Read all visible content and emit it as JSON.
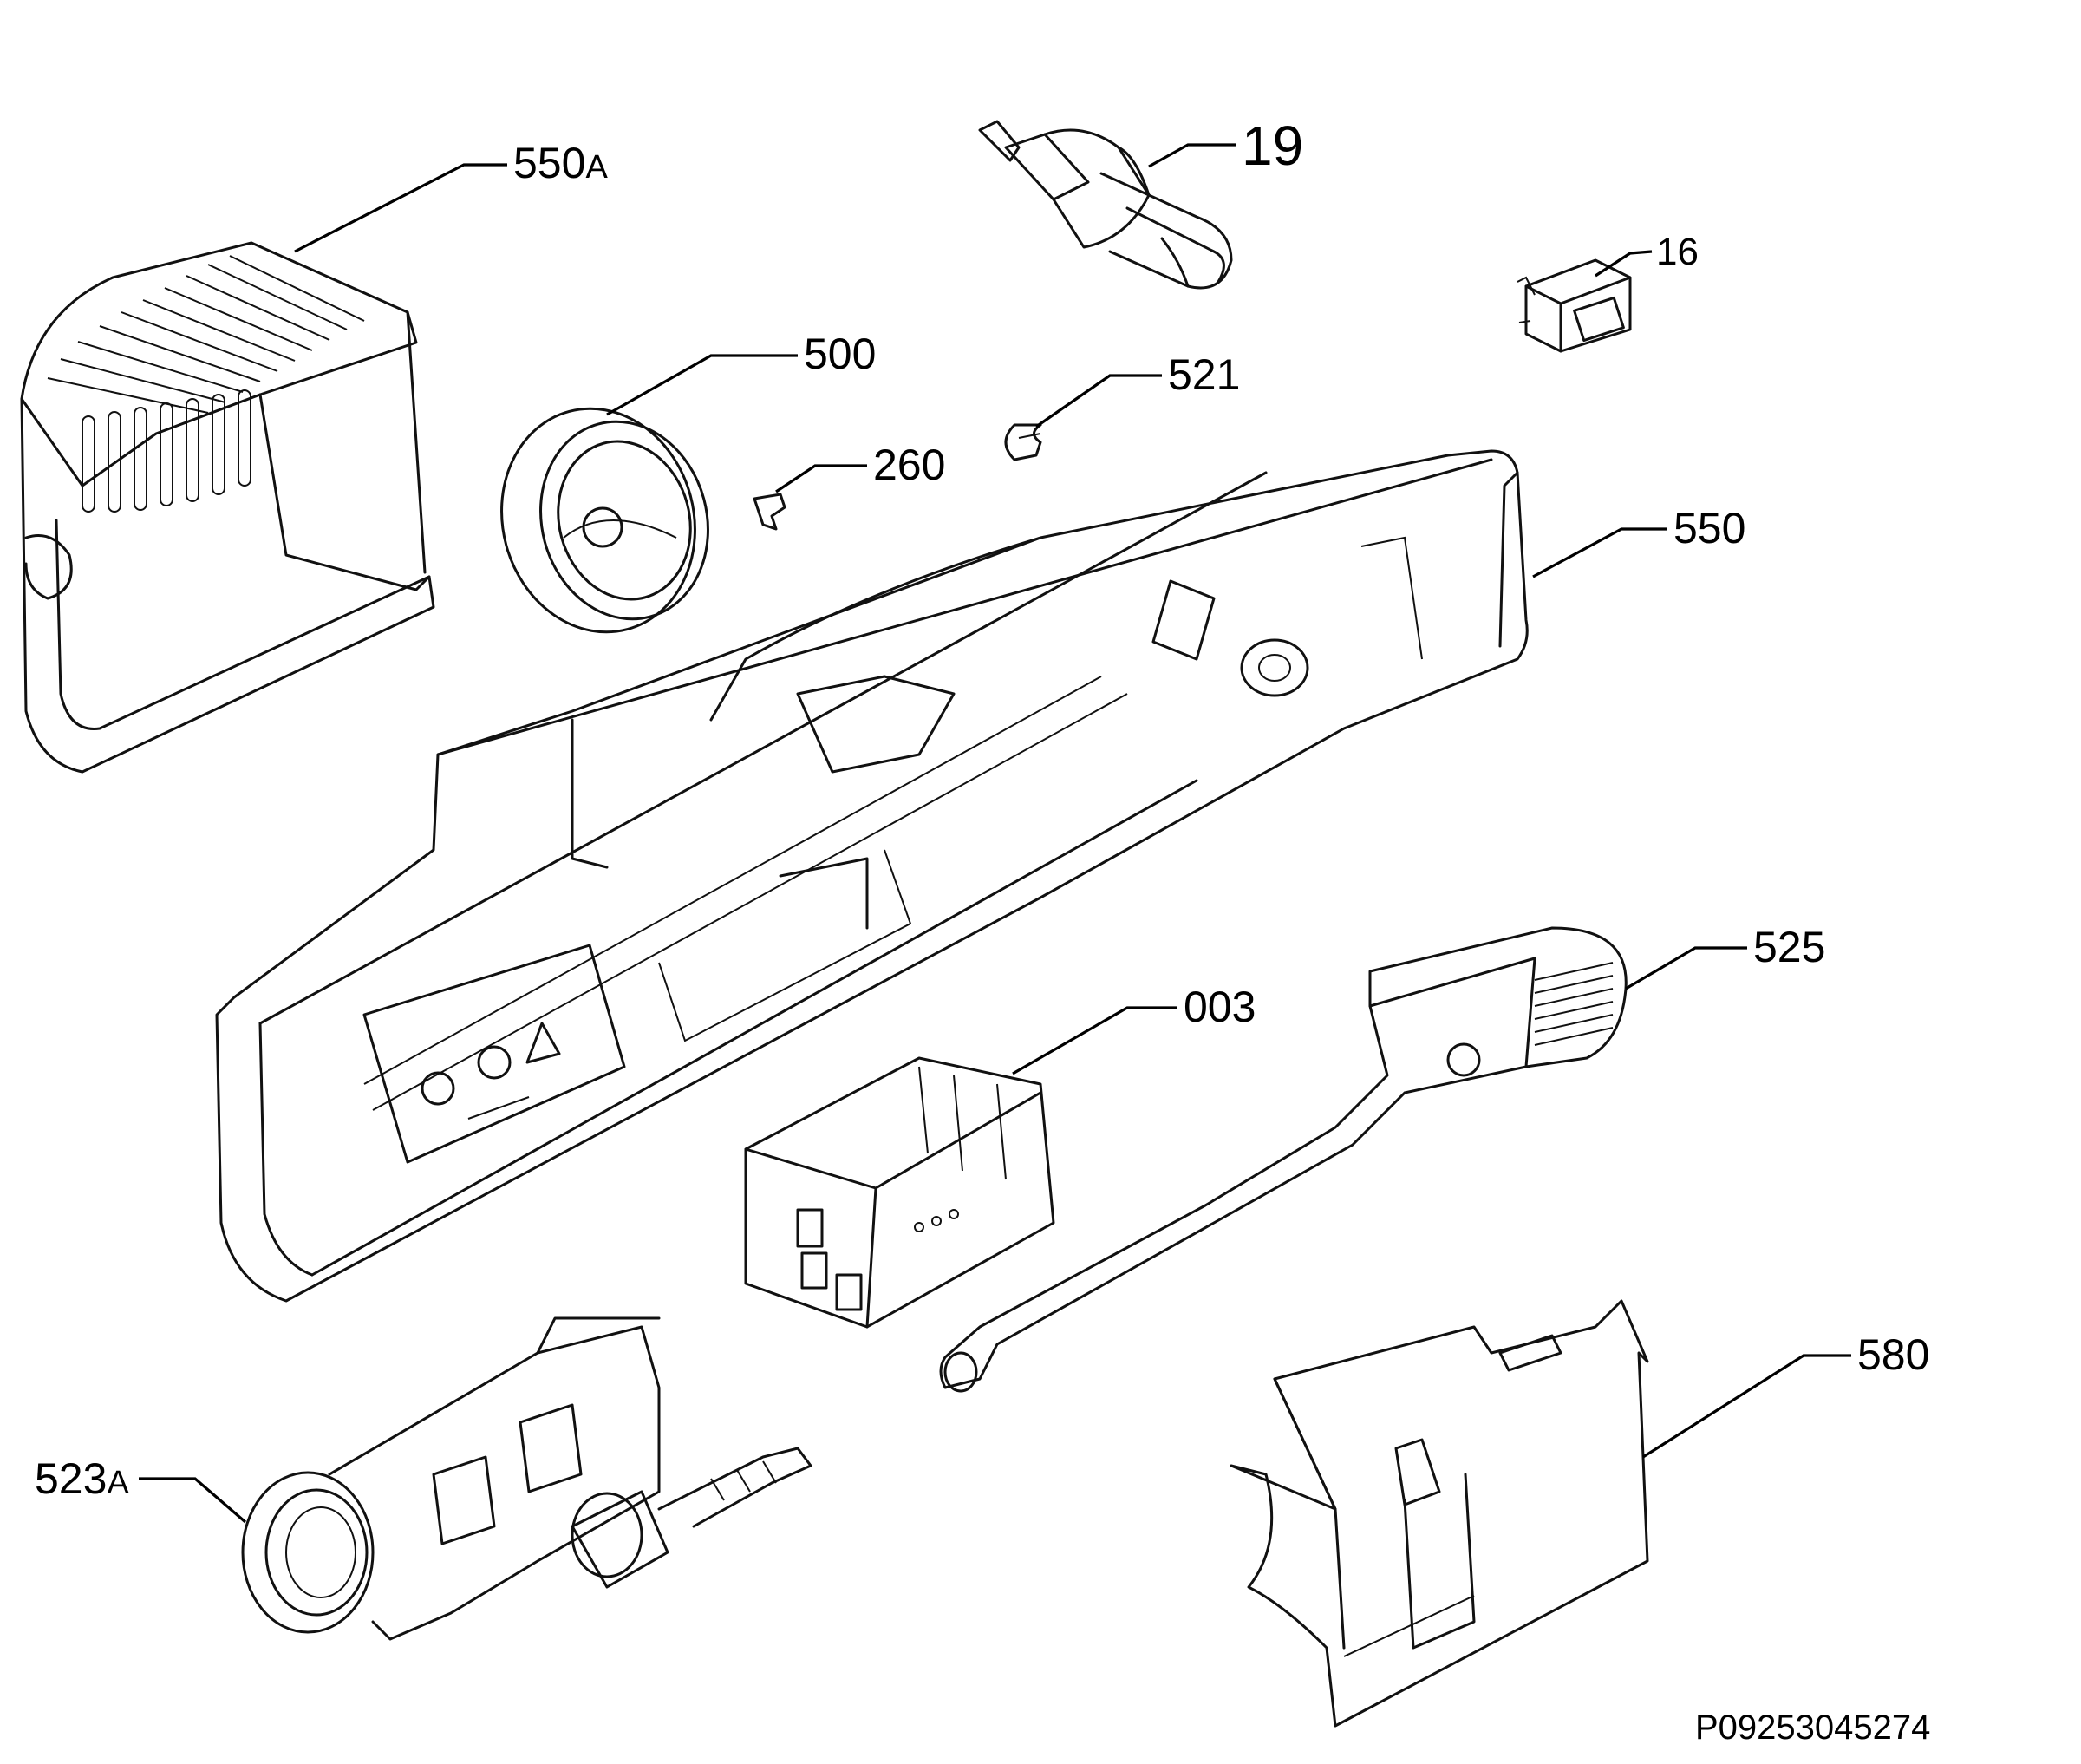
{
  "diagram": {
    "callouts": [
      {
        "id": "c550a",
        "number": "550",
        "suffix": "A"
      },
      {
        "id": "c19",
        "number": "19",
        "suffix": ""
      },
      {
        "id": "c16",
        "number": "16",
        "suffix": ""
      },
      {
        "id": "c500",
        "number": "500",
        "suffix": ""
      },
      {
        "id": "c521",
        "number": "521",
        "suffix": ""
      },
      {
        "id": "c260",
        "number": "260",
        "suffix": ""
      },
      {
        "id": "c550",
        "number": "550",
        "suffix": ""
      },
      {
        "id": "c525",
        "number": "525",
        "suffix": ""
      },
      {
        "id": "c003",
        "number": "003",
        "suffix": ""
      },
      {
        "id": "c580",
        "number": "580",
        "suffix": ""
      },
      {
        "id": "c523a",
        "number": "523",
        "suffix": "A"
      }
    ],
    "drawing_code": "P09253045274"
  }
}
